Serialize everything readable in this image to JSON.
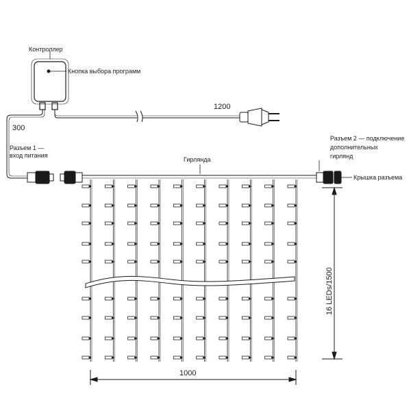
{
  "labels": {
    "controller": "Контроллер",
    "program_button": "Кнопка выбора программ",
    "length_cable": "1200",
    "length_lead": "300",
    "connector1": [
      "Разъем 1 —",
      "вход питания"
    ],
    "garland": "Гирлянда",
    "connector2": [
      "Разъем 2 — подключение",
      "дополнительных",
      "гирлянд"
    ],
    "cap": "Крышка разъема",
    "height": "16 LEDs/1500",
    "width": "1000"
  },
  "strands": 10,
  "leds_per_strand": 16,
  "colors": {
    "line": "#1a1a1a"
  }
}
